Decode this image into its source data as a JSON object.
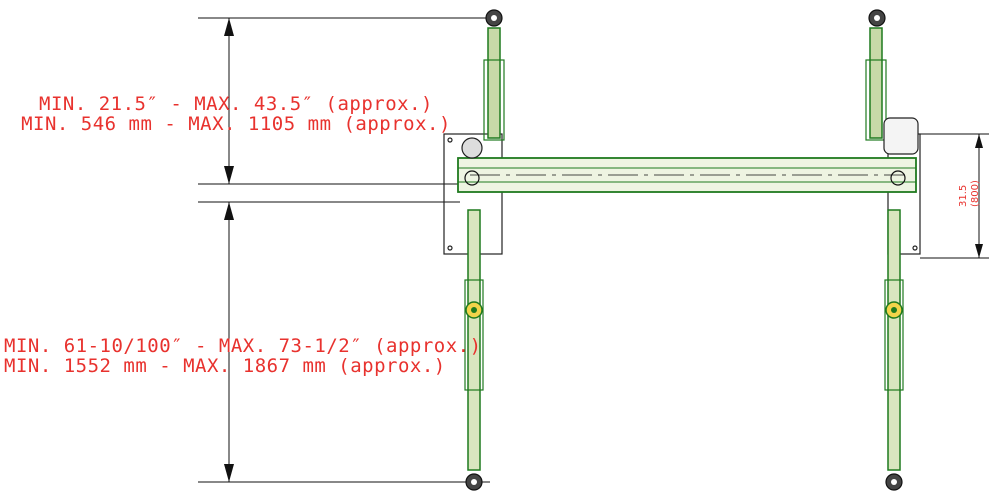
{
  "dimensions": {
    "upper": {
      "imperial": "MIN. 21.5″ - MAX. 43.5″ (approx.)",
      "metric": "MIN. 546 mm - MAX. 1105 mm (approx.)"
    },
    "lower": {
      "imperial": "MIN. 61-10/100″ - MAX. 73-1/2″ (approx.)",
      "metric": "MIN. 1552 mm - MAX. 1867 mm (approx.)"
    },
    "right": {
      "value": "31.5",
      "sub": "(800)"
    }
  },
  "colors": {
    "dimension": "#e8322e",
    "frame": "#1f7a1f",
    "frame_light": "#c8d9a8",
    "linework": "#222222"
  }
}
